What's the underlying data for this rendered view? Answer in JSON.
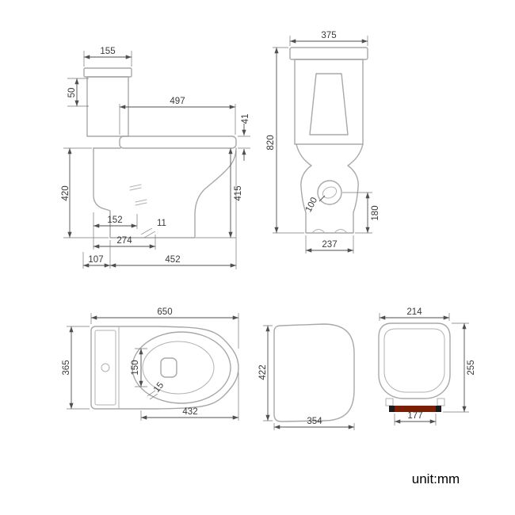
{
  "unit_label": "unit:mm",
  "colors": {
    "object_line": "#a8a8a8",
    "dim_line": "#4f4f4f",
    "text": "#3a3a3a",
    "seat_bar_red": "#7a1e05",
    "seat_bar_dark": "#1c1c1c"
  },
  "side_view": {
    "tank_width": "155",
    "tank_lid_height": "50",
    "seat_length": "497",
    "seat_thickness": "41",
    "height_left": "420",
    "height_right": "415",
    "trap_offset": "152",
    "trap_detail": "11",
    "trap_depth": "274",
    "back_offset": "107",
    "base_length": "452"
  },
  "front_view": {
    "tank_width": "375",
    "total_height": "820",
    "outlet_diameter": "100",
    "outlet_height": "180",
    "base_width": "237"
  },
  "top_view": {
    "total_length": "650",
    "total_width": "365",
    "bowl_inner_width": "150",
    "rim_offset": "15",
    "bowl_length": "432"
  },
  "lid_view": {
    "height": "422",
    "depth": "354"
  },
  "seat_view": {
    "width": "214",
    "length": "255",
    "hinge_spacing": "177"
  }
}
